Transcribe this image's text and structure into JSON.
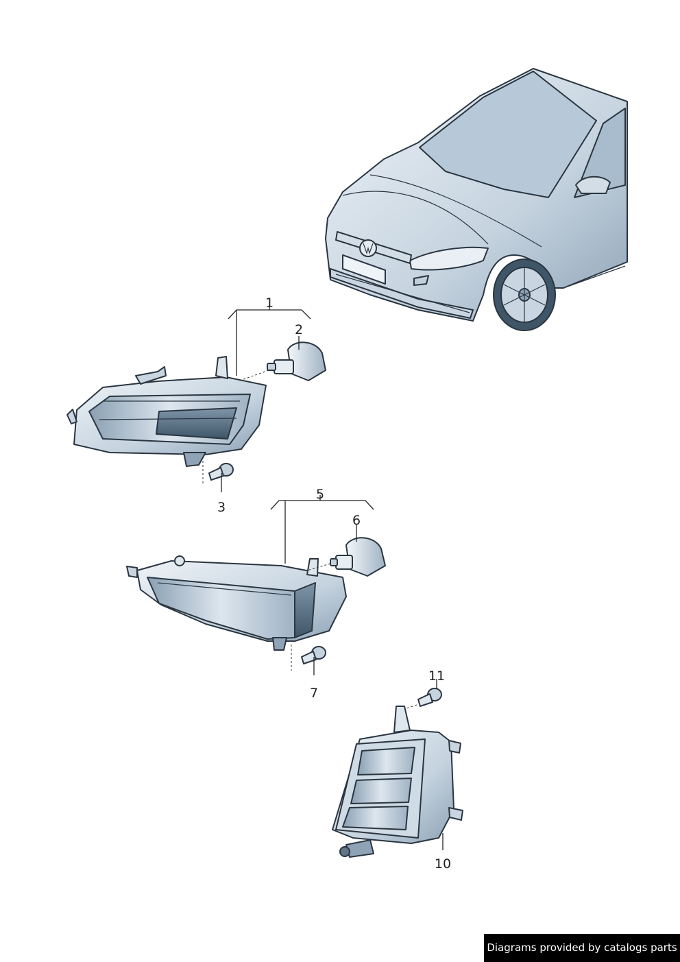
{
  "callouts": {
    "c1": "1",
    "c2": "2",
    "c3": "3",
    "c5": "5",
    "c6": "6",
    "c7": "7",
    "c10": "10",
    "c11": "11"
  },
  "footer": {
    "watermark": "Diagrams provided by catalogs parts"
  },
  "palette": {
    "outline": "#2a3540",
    "body_light": "#dfe7ee",
    "body_mid": "#b9c8d6",
    "body_dark": "#5f7589",
    "glass": "#c9d7e3"
  }
}
